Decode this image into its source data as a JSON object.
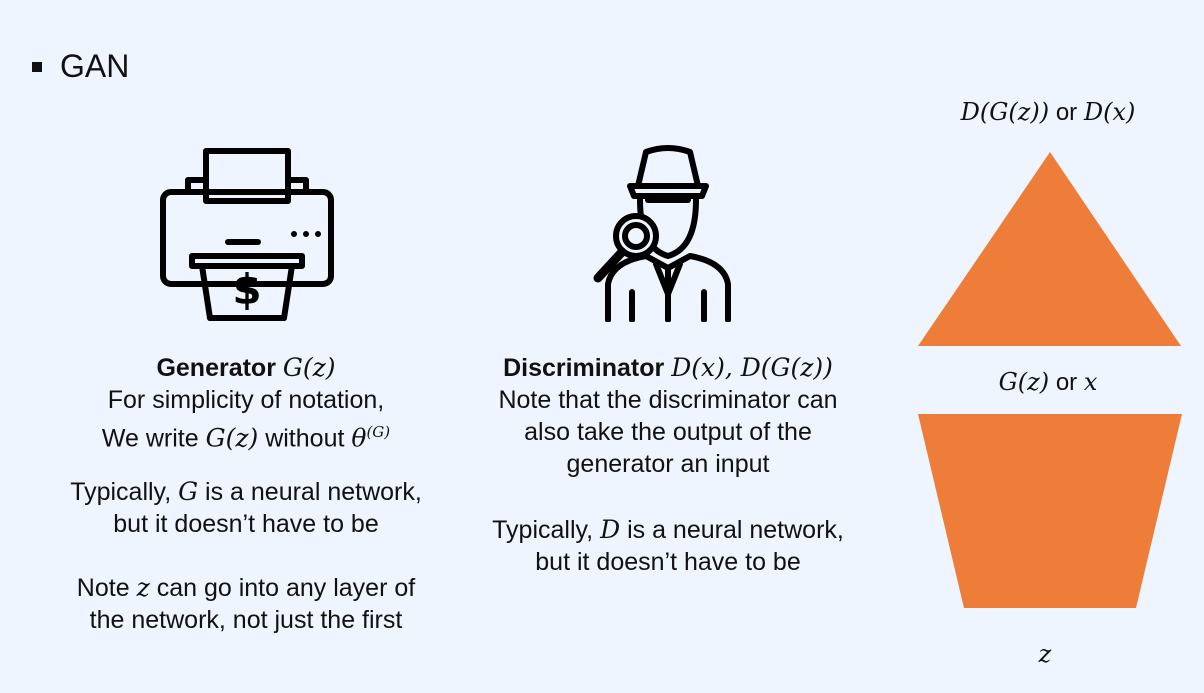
{
  "header": {
    "title": "GAN"
  },
  "generator": {
    "heading": "Generator",
    "heading_math": "G(z)",
    "line1": "For simplicity of notation,",
    "line2_pre": "We write",
    "line2_math1": "G(z)",
    "line2_mid": "without",
    "line2_math2": "θ",
    "line2_sup": "(G)",
    "para2_pre": "Typically,",
    "para2_math": "G",
    "para2_post": "is a neural network,",
    "para2_line2": "but it doesn’t have to be",
    "para3_pre": "Note",
    "para3_math": "z",
    "para3_post": "can go into any layer of",
    "para3_line2": "the network, not just the first"
  },
  "discriminator": {
    "heading": "Discriminator",
    "heading_math": "D(x), D(G(z))",
    "line1": "Note that the discriminator can",
    "line2": "also take the output of the",
    "line3": "generator an input",
    "para2_pre": "Typically,",
    "para2_math": "D",
    "para2_post": "is a neural network,",
    "para2_line2": "but it doesn’t have to be"
  },
  "diagram": {
    "top_math1": "D(G(z))",
    "top_or": "or",
    "top_math2": "D(x)",
    "mid_math1": "G(z)",
    "mid_or": "or",
    "mid_math2": "x",
    "bottom_math": "z",
    "shape_color": "#ee7d3a"
  },
  "icons": {
    "generator": "money-printer-icon",
    "discriminator": "detective-icon"
  }
}
